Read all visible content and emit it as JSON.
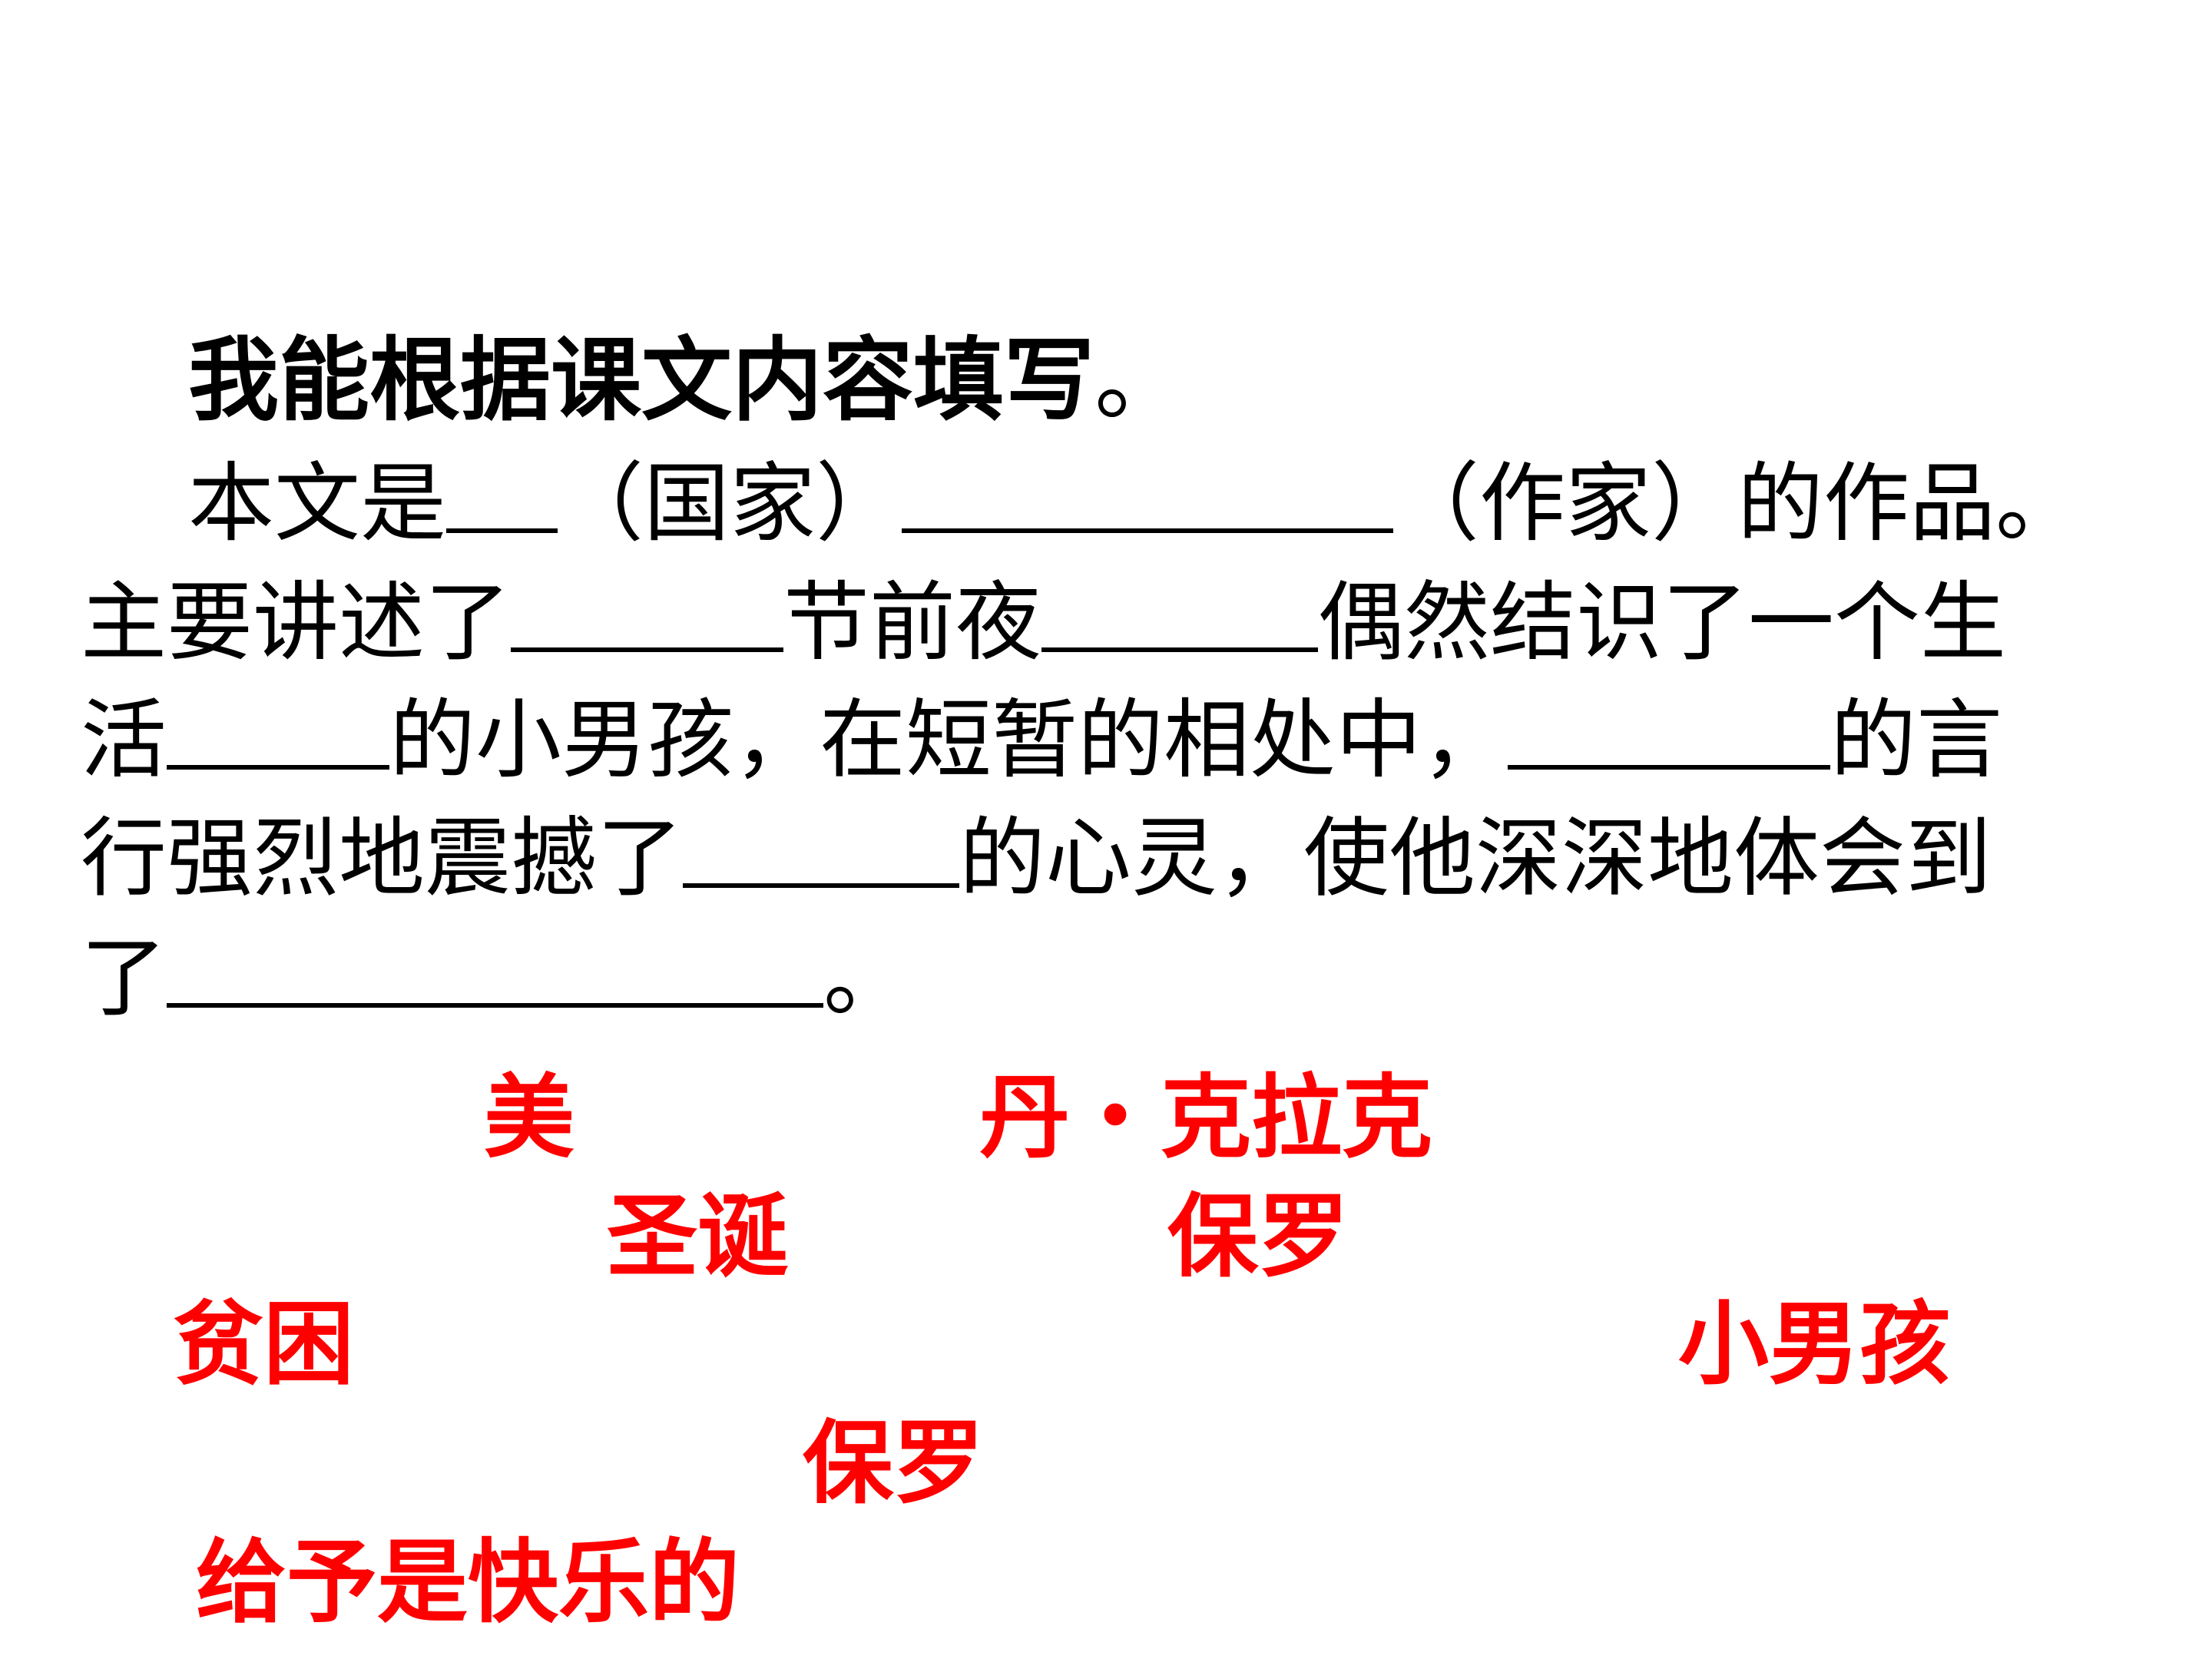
{
  "slide": {
    "title": "我能根据课文内容填写",
    "title_end": "。",
    "lines": [
      {
        "segments": [
          {
            "text": "本文是"
          },
          {
            "blank": true
          },
          {
            "text": "（国家）"
          },
          {
            "blank": true
          },
          {
            "text": "（作家）的作品。"
          }
        ]
      },
      {
        "segments": [
          {
            "text": "主要讲述了"
          },
          {
            "blank": true
          },
          {
            "text": "节前夜"
          },
          {
            "blank": true
          },
          {
            "text": "偶然结识了一个生"
          }
        ]
      },
      {
        "segments": [
          {
            "text": "活"
          },
          {
            "blank": true
          },
          {
            "text": "的小男孩，在短暂的相处中，"
          },
          {
            "blank": true
          },
          {
            "text": "的言"
          }
        ]
      },
      {
        "segments": [
          {
            "text": "行强烈地震撼了"
          },
          {
            "blank": true
          },
          {
            "text": "的心灵，使他深深地体会到"
          }
        ]
      },
      {
        "segments": [
          {
            "text": "了"
          },
          {
            "blank": true
          },
          {
            "text": "。"
          }
        ]
      }
    ],
    "answers": {
      "country": "美",
      "author": "丹・克拉克",
      "festival": "圣诞",
      "person1": "保罗",
      "condition": "贫困",
      "boy": "小男孩",
      "person2": "保罗",
      "lesson": "给予是快乐的"
    },
    "colors": {
      "text": "#000000",
      "answer": "#ff0000",
      "background": "#ffffff"
    }
  }
}
